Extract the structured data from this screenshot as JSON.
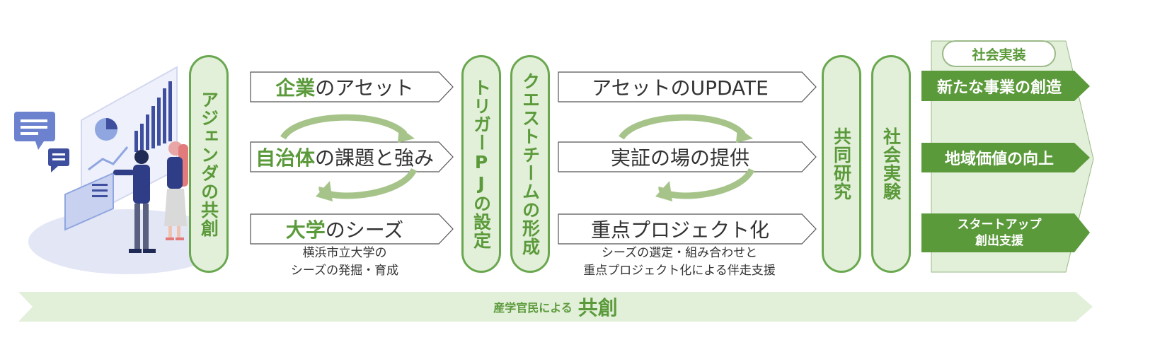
{
  "pills": {
    "agenda": "アジェンダの共創",
    "trigger": "トリガーPJの設定",
    "quest": "クエストチームの形成",
    "joint_research": "共同研究",
    "social_experiment": "社会実験"
  },
  "left_assets": {
    "item1_bold": "企業",
    "item1_rest": "のアセット",
    "item2_bold": "自治体",
    "item2_rest": "の課題と強み",
    "item3_bold": "大学",
    "item3_rest": "のシーズ",
    "caption_line1": "横浜市立大学の",
    "caption_line2": "シーズの発掘・育成"
  },
  "mid_assets": {
    "item1": "アセットのUPDATE",
    "item2": "実証の場の提供",
    "item3": "重点プロジェクト化",
    "caption_line1": "シーズの選定・組み合わせと",
    "caption_line2": "重点プロジェクト化による伴走支援"
  },
  "outcomes": {
    "header": "社会実装",
    "item1": "新たな事業の創造",
    "item2": "地域価値の向上",
    "item3_line1": "スタートアップ",
    "item3_line2": "創出支援"
  },
  "bottom_banner": {
    "prefix": "産学官民による",
    "emphasis": "共創"
  },
  "colors": {
    "green_dark": "#5b9a3a",
    "green_border": "#6aa84f",
    "green_light": "#e2efd9",
    "green_arrow": "#a6c48a"
  }
}
